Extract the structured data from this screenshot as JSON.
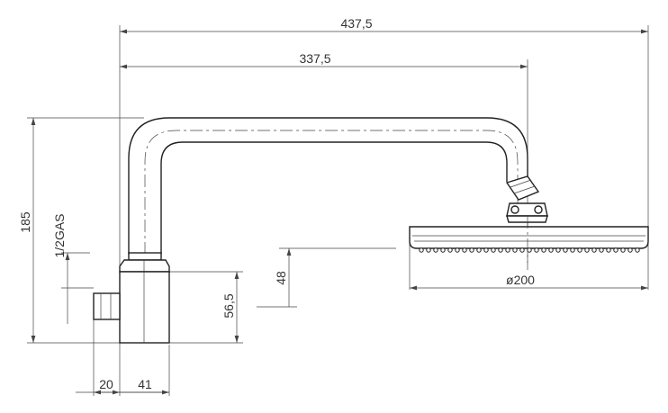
{
  "dimensions": {
    "overall_length": "437,5",
    "arm_length": "337,5",
    "height": "185",
    "thread": "1/2GAS",
    "inlet_height": "56,5",
    "head_drop": "48",
    "head_diameter": "ø200",
    "inlet_stub": "20",
    "body_width": "41"
  }
}
